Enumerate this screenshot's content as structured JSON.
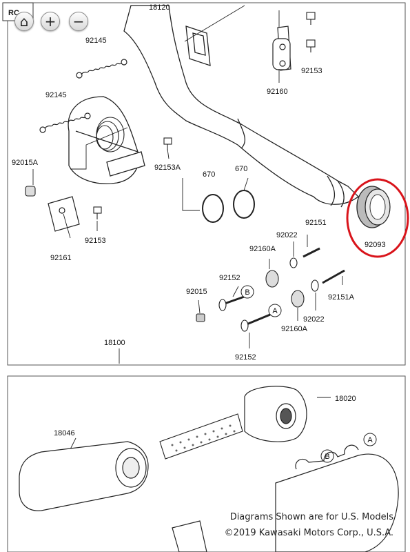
{
  "toolbar": {
    "buttons": [
      {
        "icon": "home-icon",
        "symbol": "⌂"
      },
      {
        "icon": "zoom-in-icon",
        "symbol": "+"
      },
      {
        "icon": "zoom-out-icon",
        "symbol": "−"
      }
    ]
  },
  "corner_tag": "RC",
  "parts": {
    "p18120": "18120",
    "p92145_top": "92145",
    "p92145_mid": "92145",
    "p92153_top": "92153",
    "p92160": "92160",
    "p92015A": "92015A",
    "p92153A": "92153A",
    "p670_a": "670",
    "p670_b": "670",
    "p92022_top": "92022",
    "p92151": "92151",
    "p92093": "92093",
    "p92160A_top": "92160A",
    "p92153_low": "92153",
    "p92161": "92161",
    "p92152_top": "92152",
    "p92015": "92015",
    "p92151A": "92151A",
    "p92022_low": "92022",
    "p92160A_low": "92160A",
    "p92152_low": "92152",
    "p18100": "18100",
    "p18020": "18020",
    "p18046": "18046"
  },
  "callouts": {
    "a1": "A",
    "b1": "B",
    "a2": "A",
    "b2": "B"
  },
  "highlight_color": "#d9141b",
  "footer": {
    "line1": "Diagrams Shown are for U.S. Models",
    "line2": "©2019 Kawasaki Motors Corp., U.S.A."
  }
}
